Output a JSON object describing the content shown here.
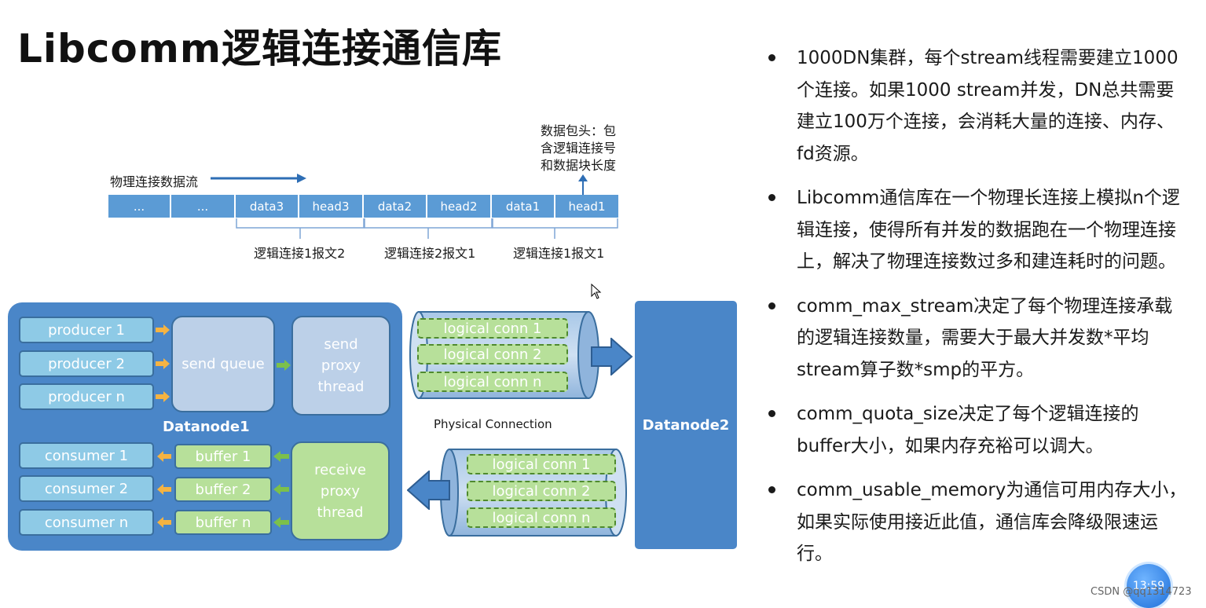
{
  "title": "Libcomm逻辑连接通信库",
  "stream": {
    "flow_label": "物理连接数据流",
    "header_note": [
      "数据包头：包",
      "含逻辑连接号",
      "和数据块长度"
    ],
    "cells": [
      "...",
      "...",
      "data3",
      "head3",
      "data2",
      "head2",
      "data1",
      "head1"
    ],
    "messages": [
      "逻辑连接1报文2",
      "逻辑连接2报文1",
      "逻辑连接1报文1"
    ]
  },
  "datanode1": {
    "label": "Datanode1",
    "producers": [
      "producer 1",
      "producer 2",
      "producer n"
    ],
    "send_queue": "send queue",
    "send_proxy": "send proxy thread",
    "consumers": [
      "consumer 1",
      "consumer 2",
      "consumer n"
    ],
    "buffers": [
      "buffer 1",
      "buffer 2",
      "buffer n"
    ],
    "receive_proxy": "receive proxy thread"
  },
  "connections": {
    "top": [
      "logical conn 1",
      "logical conn 2",
      "logical conn n"
    ],
    "bottom": [
      "logical conn 1",
      "logical conn 2",
      "logical conn n"
    ],
    "physical_label": "Physical Connection"
  },
  "datanode2": {
    "label": "Datanode2"
  },
  "bullets": [
    "1000DN集群，每个stream线程需要建立1000个连接。如果1000 stream并发，DN总共需要建立100万个连接，会消耗大量的连接、内存、fd资源。",
    "Libcomm通信库在一个物理长连接上模拟n个逻辑连接，使得所有并发的数据跑在一个物理连接上，解决了物理连接数过多和建连耗时的问题。",
    "comm_max_stream决定了每个物理连接承载的逻辑连接数量，需要大于最大并发数*平均stream算子数*smp的平方。",
    "comm_quota_size决定了每个逻辑连接的buffer大小，如果内存充裕可以调大。",
    "comm_usable_memory为通信可用内存大小，如果实际使用接近此值，通信库会降级限速运行。"
  ],
  "timer": "13:59",
  "watermark": "CSDN @qq1314723",
  "colors": {
    "node_blue": "#4a86c8",
    "cell_blue": "#5b9bd5",
    "pill_blue": "#8ecae6",
    "green": "#b7e09a",
    "arrow_orange": "#f5b342",
    "arrow_green": "#7cc04b"
  }
}
